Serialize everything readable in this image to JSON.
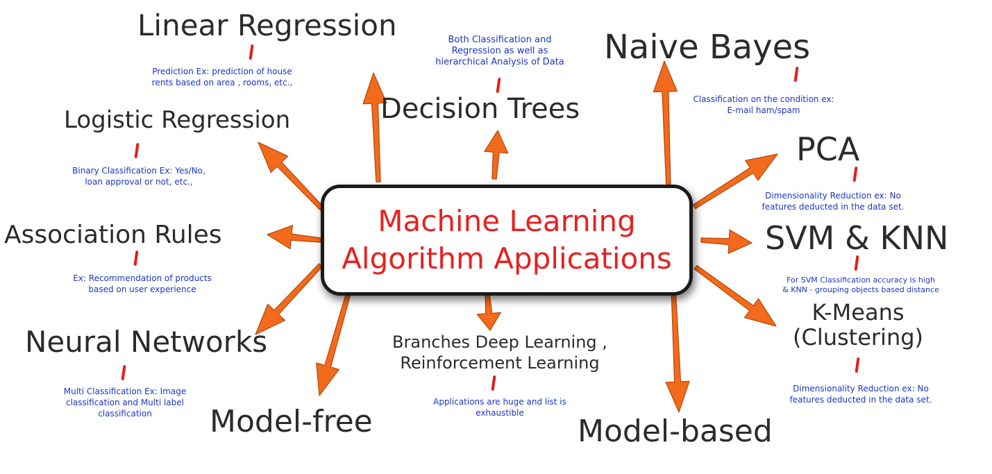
{
  "center": {
    "line1": "Machine Learning",
    "line2": "Algorithm Applications"
  },
  "nodes": {
    "linear_regression": {
      "title": "Linear Regression",
      "desc": "Prediction Ex: prediction of house\nrents based on area , rooms, etc.,"
    },
    "decision_trees": {
      "title": "Decision Trees",
      "desc": "Both Classification and\nRegression as well as\nhierarchical Analysis of Data"
    },
    "naive_bayes": {
      "title": "Naive Bayes",
      "desc": "Classification on the condition ex:\nE-mail ham/spam"
    },
    "logistic_regression": {
      "title": "Logistic Regression",
      "desc": "Binary Classification Ex: Yes/No,\nloan approval or not, etc.,"
    },
    "pca": {
      "title": "PCA",
      "desc": "Dimensionality Reduction ex: No\nfeatures deducted in the data set."
    },
    "association_rules": {
      "title": "Association Rules",
      "desc": "Ex: Recommendation of products\nbased on user experience"
    },
    "svm_knn": {
      "title": "SVM & KNN",
      "desc": "For SVM Classification accuracy is high\n& KNN - grouping objects based distance"
    },
    "kmeans": {
      "title": "K-Means\n(Clustering)",
      "desc": "Dimensionality Reduction ex: No\nfeatures deducted in the data set."
    },
    "neural_networks": {
      "title": "Neural Networks",
      "desc": "Multi Classification Ex: Image\nclassification and Multi label\nclassification"
    },
    "model_free": {
      "title": "Model-free"
    },
    "branches": {
      "title": "Branches Deep Learning ,\nReinforcement Learning",
      "desc": "Applications are huge and list is\nexhaustible"
    },
    "model_based": {
      "title": "Model-based"
    }
  },
  "colors": {
    "arrow": "#f26a1b",
    "arrow_outline": "#b6470d",
    "center_text": "#e8201f",
    "desc_text": "#1b35c4",
    "tick": "#e81b1b"
  }
}
